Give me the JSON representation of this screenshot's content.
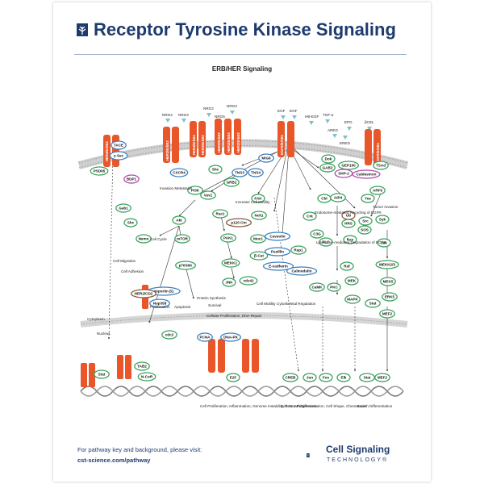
{
  "header": {
    "title": "Receptor Tyrosine Kinase Signaling",
    "subtitle": "ERB/HER Signaling"
  },
  "receptors": [
    {
      "name": "HER4/ErbB4"
    },
    {
      "name": "HER3/ErbB3"
    },
    {
      "name": "HER4/ErbB4"
    },
    {
      "name": "HER2/ErbB2"
    },
    {
      "name": "HER2/ErbB2"
    },
    {
      "name": "HER3/ErbB3"
    },
    {
      "name": "HER2/ErbB2"
    },
    {
      "name": "EGFR/ErbB1"
    },
    {
      "name": "EGFR/ErbB1"
    }
  ],
  "ligands": [
    "NRG4",
    "NRG4",
    "NRG2",
    "NRG5",
    "NRG3",
    "EGF",
    "EGF",
    "HB-EGF",
    "TGF-α",
    "AREG",
    "EPG",
    "EREG",
    "βCEL"
  ],
  "nodes": [
    "TACE",
    "γ-Sec",
    "PSD95",
    "BDP1",
    "CXCR4",
    "Shc",
    "TNS3",
    "TNS4",
    "MIG6",
    "Dok",
    "GAB2",
    "GEP100",
    "SHP-2",
    "Caldesmon",
    "TSAd",
    "Gab1",
    "PI3K",
    "Vav1",
    "GRB2",
    "FAK",
    "Cbl",
    "AIP4",
    "Yes",
    "ARF6",
    "Shc",
    "Akt",
    "Rac1",
    "Nck1",
    "p120 Ctn",
    "Crk",
    "Ub",
    "Src",
    "Syk",
    "Nemo",
    "mTOR",
    "PAK1",
    "Muc1",
    "Caveolin",
    "C3G",
    "PLC",
    "HRS",
    "SOS",
    "Ras",
    "Jak",
    "p70S6K",
    "Paxillin",
    "Rap1",
    "Raf",
    "MEKK2/3",
    "MEKK1",
    "β-Cat",
    "E-cadherin",
    "Calmodulin",
    "MEK",
    "MEK5",
    "JNK",
    "cdc42",
    "CaMK",
    "PKC",
    "ERK5",
    "MAPK",
    "Stat",
    "MEF2",
    "Importin β1",
    "Nup358",
    "HER2/CD2",
    "cdc2",
    "PCNA",
    "DNA-PK",
    "Stat",
    "E2F",
    "CREB",
    "Jun",
    "Fos",
    "Elk",
    "Stat",
    "MEF2",
    "TAB2",
    "N-CoR"
  ],
  "labels": [
    "Invasion Metastasis",
    "Cell Cycle",
    "Cell Migration",
    "Cell Adhesion",
    "Proliferation",
    "Apoptosis",
    "Protein Synthesis",
    "Survival",
    "Increase Cell Motility",
    "Cell Motility",
    "Cytoskeletal Regulation",
    "Endosome-mediated Recycling of EGFR",
    "Lysosome-mediated Degradation of EGFR",
    "Tumor Invasion",
    "Cellular Proliferation, DNA Repair",
    "Cytoplasm",
    "Nucleus",
    "Cell Proliferation, Inflammation, Genome Instability, Tumor Progression",
    "Cell Growth/Differentiation, Cell Shape, Chemotaxis",
    "Growth Differentiation"
  ],
  "footer": {
    "line1": "For pathway key and background, please visit:",
    "line2": "cst-science.com/pathway",
    "logo_name": "Cell Signaling",
    "logo_sub": "TECHNOLOGY®"
  },
  "colors": {
    "brand": "#1d3b6e",
    "receptor": "#e8562a",
    "node_border_green": "#3aa35b",
    "node_border_blue": "#3b7fc4",
    "node_border_purple": "#b04aa8",
    "node_border_brown": "#8a5a3c"
  }
}
